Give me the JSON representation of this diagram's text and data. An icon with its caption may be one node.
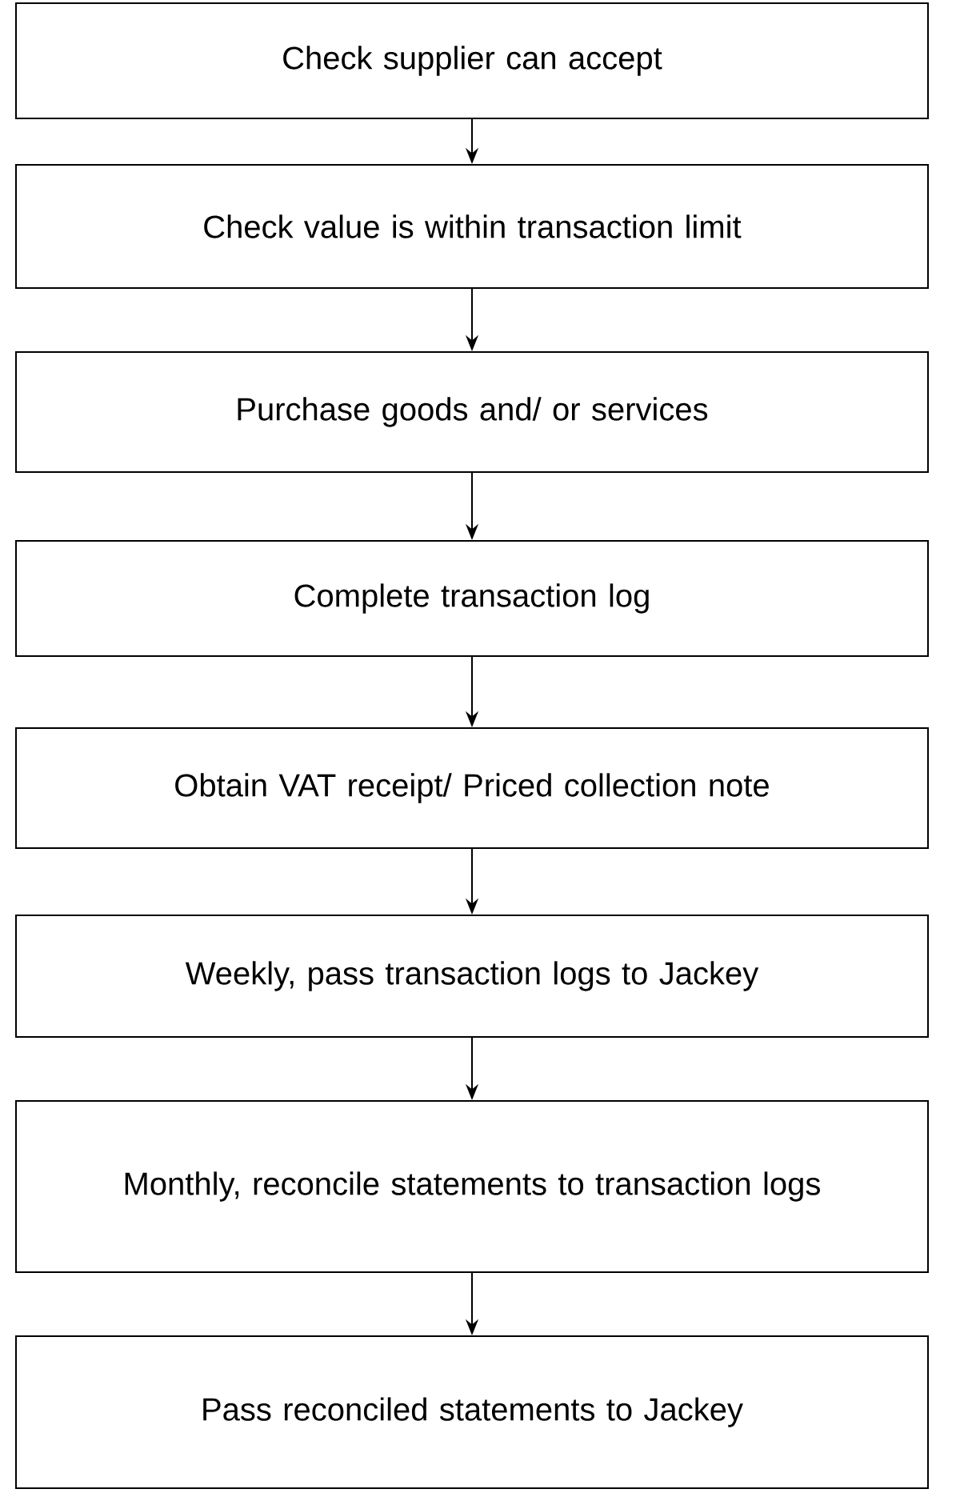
{
  "diagram": {
    "nodes": [
      {
        "text": [
          "Check supplier can accept"
        ]
      },
      {
        "text": [
          "Check value is within transaction limit"
        ]
      },
      {
        "text": [
          "Purchase goods and/ or services"
        ]
      },
      {
        "text": [
          "Complete transaction log"
        ]
      },
      {
        "text": [
          "Obtain VAT receipt/ Priced collection note"
        ]
      },
      {
        "text": [
          "Weekly, pass transaction logs to Jackey"
        ]
      },
      {
        "text": [
          "Monthly, reconcile statements to transaction logs"
        ]
      },
      {
        "text": [
          "Pass reconciled statements to Jackey"
        ]
      }
    ],
    "edges": [
      {
        "from": 0,
        "to": 1,
        "arrow": "to"
      },
      {
        "from": 1,
        "to": 2,
        "arrow": "to"
      },
      {
        "from": 2,
        "to": 3,
        "arrow": "to"
      },
      {
        "from": 3,
        "to": 4,
        "arrow": "to"
      },
      {
        "from": 4,
        "to": 5,
        "arrow": "to"
      },
      {
        "from": 5,
        "to": 6,
        "arrow": "to"
      },
      {
        "from": 6,
        "to": 7,
        "arrow": "to"
      }
    ]
  }
}
